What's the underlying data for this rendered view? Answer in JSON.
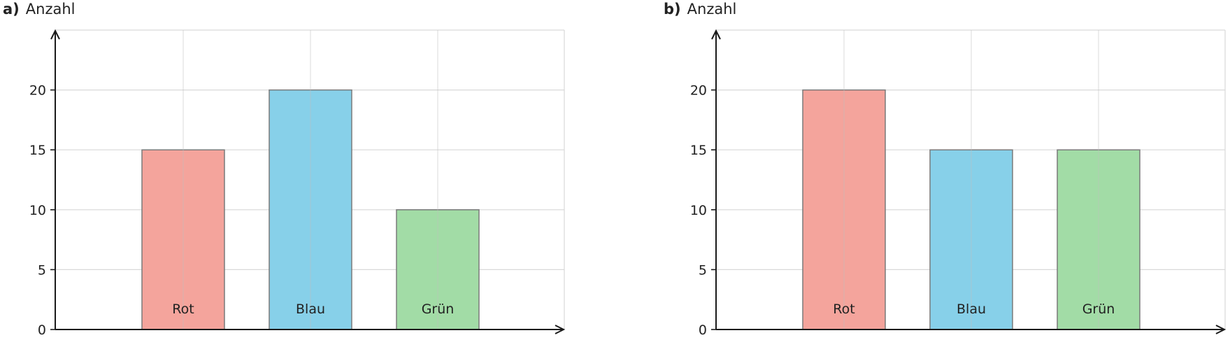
{
  "chart_data": [
    {
      "type": "bar",
      "panel_label": "a)",
      "ylabel": "Anzahl",
      "categories": [
        "Rot",
        "Blau",
        "Grün"
      ],
      "values": [
        15,
        20,
        10
      ],
      "colors": [
        "#f4a49c",
        "#87d0e9",
        "#a2dca6"
      ],
      "yticks": [
        0,
        5,
        10,
        15,
        20
      ],
      "ylim": [
        0,
        25
      ],
      "grid": true,
      "legend": "none"
    },
    {
      "type": "bar",
      "panel_label": "b)",
      "ylabel": "Anzahl",
      "categories": [
        "Rot",
        "Blau",
        "Grün"
      ],
      "values": [
        20,
        15,
        15
      ],
      "colors": [
        "#f4a49c",
        "#87d0e9",
        "#a2dca6"
      ],
      "yticks": [
        0,
        5,
        10,
        15,
        20
      ],
      "ylim": [
        0,
        25
      ],
      "grid": true,
      "legend": "none"
    }
  ]
}
